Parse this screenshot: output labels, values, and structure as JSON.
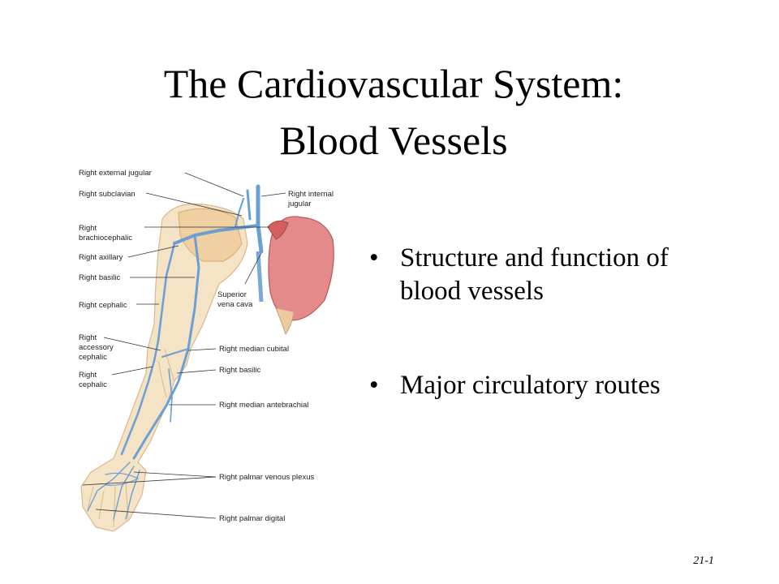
{
  "slide": {
    "title_line1": "The Cardiovascular System:",
    "title_line2": "Blood Vessels",
    "bullets": [
      {
        "marker": "•",
        "text_line1": "Structure and function of",
        "text_line2": "blood vessels"
      },
      {
        "marker": "•",
        "text_line1": "Major circulatory routes",
        "text_line2": ""
      }
    ],
    "slide_number": "21-1"
  },
  "figure": {
    "labels": {
      "ext_jugular": "Right external jugular",
      "subclavian": "Right subclavian",
      "brachio_1": "Right",
      "brachio_2": "brachiocephalic",
      "axillary": "Right axillary",
      "basilic": "Right basilic",
      "cephalic": "Right cephalic",
      "acc_1": "Right",
      "acc_2": "accessory",
      "acc_3": "cephalic",
      "ceph2_1": "Right",
      "ceph2_2": "cephalic",
      "int_jugular_1": "Right internal",
      "int_jugular_2": "jugular",
      "svc_1": "Superior",
      "svc_2": "vena cava",
      "median_cubital": "Right median cubital",
      "basilic2": "Right basilic",
      "median_antebrachial": "Right median antebrachial",
      "palmar_plexus": "Right palmar venous plexus",
      "palmar_digital": "Right palmar digital"
    }
  }
}
